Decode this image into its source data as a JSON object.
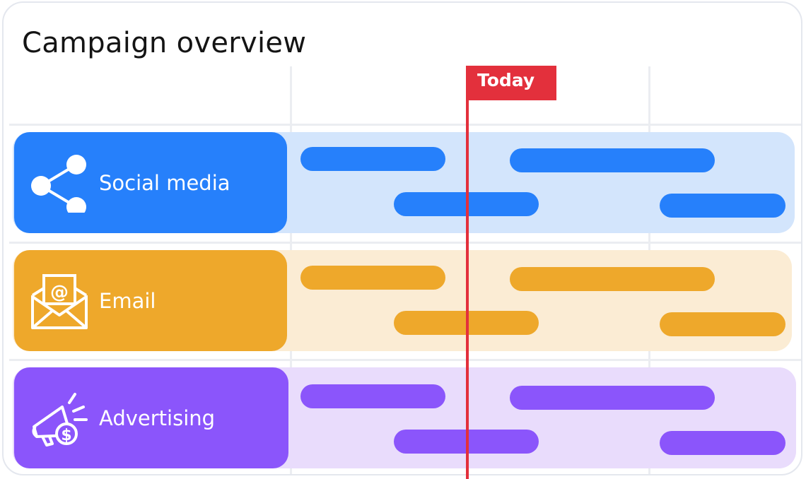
{
  "title": "Campaign overview",
  "today_label": "Today",
  "colors": {
    "today": "#e3303c",
    "grid": "#ebedf1"
  },
  "rows": [
    {
      "label": "Social media",
      "icon": "share-icon",
      "color": "#2680fb",
      "track_color": "#d3e5fc"
    },
    {
      "label": "Email",
      "icon": "envelope-at-icon",
      "color": "#eea82b",
      "track_color": "#fbecd4"
    },
    {
      "label": "Advertising",
      "icon": "megaphone-dollar-icon",
      "color": "#8b55fb",
      "track_color": "#e9dcfc"
    }
  ]
}
